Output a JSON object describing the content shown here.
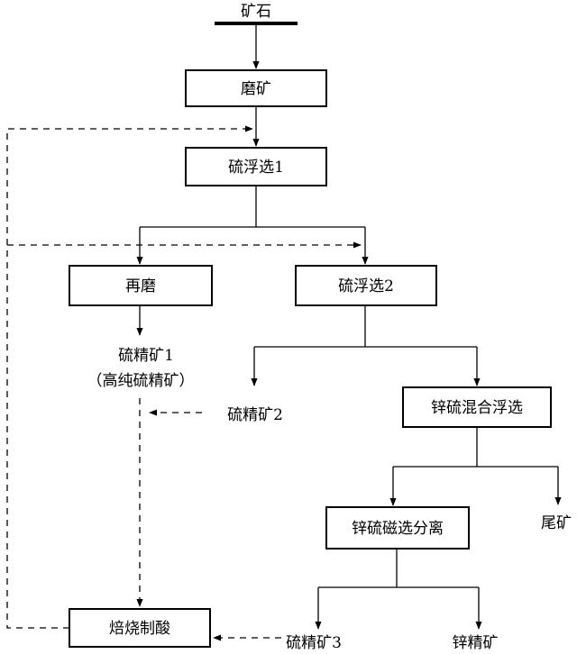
{
  "nodes": {
    "ore": "矿石",
    "grinding": "磨矿",
    "sulfur_flotation_1": "硫浮选1",
    "regrinding": "再磨",
    "sulfur_flotation_2": "硫浮选2",
    "sulfur_concentrate_1": "硫精矿1",
    "sulfur_concentrate_1_note": "（高纯硫精矿）",
    "sulfur_concentrate_2": "硫精矿2",
    "zinc_sulfur_bulk_flotation": "锌硫混合浮选",
    "tailings": "尾矿",
    "zinc_sulfur_magnetic_separation": "锌硫磁选分离",
    "roasting_acid_making": "焙烧制酸",
    "sulfur_concentrate_3": "硫精矿3",
    "zinc_concentrate": "锌精矿"
  }
}
